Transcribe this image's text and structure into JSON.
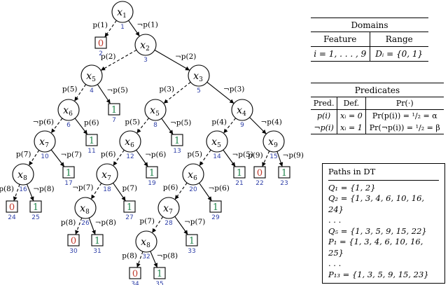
{
  "colors": {
    "leaf_zero": "#c0392b",
    "leaf_one": "#1e8449",
    "node_id": "#2e3fa8"
  },
  "tree": {
    "nodes": [
      {
        "id": "1",
        "var": "x",
        "sub": "1"
      },
      {
        "id": "3",
        "var": "x",
        "sub": "2"
      },
      {
        "id": "4",
        "var": "x",
        "sub": "5"
      },
      {
        "id": "5",
        "var": "x",
        "sub": "3"
      },
      {
        "id": "6",
        "var": "x",
        "sub": "6"
      },
      {
        "id": "8",
        "var": "x",
        "sub": "5"
      },
      {
        "id": "9",
        "var": "x",
        "sub": "4"
      },
      {
        "id": "10",
        "var": "x",
        "sub": "7"
      },
      {
        "id": "12",
        "var": "x",
        "sub": "6"
      },
      {
        "id": "14",
        "var": "x",
        "sub": "5"
      },
      {
        "id": "15",
        "var": "x",
        "sub": "9"
      },
      {
        "id": "16",
        "var": "x",
        "sub": "8"
      },
      {
        "id": "18",
        "var": "x",
        "sub": "7"
      },
      {
        "id": "20",
        "var": "x",
        "sub": "6"
      },
      {
        "id": "26",
        "var": "x",
        "sub": "8"
      },
      {
        "id": "28",
        "var": "x",
        "sub": "7"
      },
      {
        "id": "32",
        "var": "x",
        "sub": "8"
      }
    ],
    "leaves": [
      {
        "id": "2",
        "value": "0"
      },
      {
        "id": "7",
        "value": "1"
      },
      {
        "id": "11",
        "value": "1"
      },
      {
        "id": "13",
        "value": "1"
      },
      {
        "id": "17",
        "value": "1"
      },
      {
        "id": "19",
        "value": "1"
      },
      {
        "id": "21",
        "value": "1"
      },
      {
        "id": "22",
        "value": "0"
      },
      {
        "id": "23",
        "value": "1"
      },
      {
        "id": "24",
        "value": "0"
      },
      {
        "id": "25",
        "value": "1"
      },
      {
        "id": "27",
        "value": "1"
      },
      {
        "id": "29",
        "value": "1"
      },
      {
        "id": "30",
        "value": "0"
      },
      {
        "id": "31",
        "value": "1"
      },
      {
        "id": "33",
        "value": "1"
      },
      {
        "id": "34",
        "value": "0"
      },
      {
        "id": "35",
        "value": "1"
      }
    ],
    "edges": [
      {
        "from": "1",
        "to": "2",
        "label": "p(1)",
        "dashed": true
      },
      {
        "from": "1",
        "to": "3",
        "label": "¬p(1)",
        "dashed": false
      },
      {
        "from": "3",
        "to": "4",
        "label": "p(2)",
        "dashed": true
      },
      {
        "from": "3",
        "to": "5",
        "label": "¬p(2)",
        "dashed": false
      },
      {
        "from": "4",
        "to": "6",
        "label": "p(5)",
        "dashed": true
      },
      {
        "from": "4",
        "to": "7",
        "label": "¬p(5)",
        "dashed": false
      },
      {
        "from": "5",
        "to": "8",
        "label": "p(3)",
        "dashed": true
      },
      {
        "from": "5",
        "to": "9",
        "label": "¬p(3)",
        "dashed": false
      },
      {
        "from": "6",
        "to": "10",
        "label": "¬p(6)",
        "dashed": true
      },
      {
        "from": "6",
        "to": "11",
        "label": "p(6)",
        "dashed": false
      },
      {
        "from": "8",
        "to": "12",
        "label": "p(5)",
        "dashed": true
      },
      {
        "from": "8",
        "to": "13",
        "label": "¬p(5)",
        "dashed": false
      },
      {
        "from": "9",
        "to": "14",
        "label": "p(4)",
        "dashed": true
      },
      {
        "from": "9",
        "to": "15",
        "label": "¬p(4)",
        "dashed": false
      },
      {
        "from": "10",
        "to": "16",
        "label": "p(7)",
        "dashed": true
      },
      {
        "from": "10",
        "to": "17",
        "label": "¬p(7)",
        "dashed": false
      },
      {
        "from": "12",
        "to": "18",
        "label": "p(6)",
        "dashed": true
      },
      {
        "from": "12",
        "to": "19",
        "label": "¬p(6)",
        "dashed": false
      },
      {
        "from": "14",
        "to": "20",
        "label": "p(5)",
        "dashed": true
      },
      {
        "from": "14",
        "to": "21",
        "label": "¬p(5)",
        "dashed": false
      },
      {
        "from": "15",
        "to": "22",
        "label": "p(9)",
        "dashed": true
      },
      {
        "from": "15",
        "to": "23",
        "label": "¬p(9)",
        "dashed": false
      },
      {
        "from": "16",
        "to": "24",
        "label": "p(8)",
        "dashed": true
      },
      {
        "from": "16",
        "to": "25",
        "label": "¬p(8)",
        "dashed": false
      },
      {
        "from": "18",
        "to": "26",
        "label": "¬p(7)",
        "dashed": true
      },
      {
        "from": "18",
        "to": "27",
        "label": "p(7)",
        "dashed": false
      },
      {
        "from": "20",
        "to": "28",
        "label": "p(6)",
        "dashed": true
      },
      {
        "from": "20",
        "to": "29",
        "label": "¬p(6)",
        "dashed": false
      },
      {
        "from": "26",
        "to": "30",
        "label": "p(8)",
        "dashed": true
      },
      {
        "from": "26",
        "to": "31",
        "label": "¬p(8)",
        "dashed": false
      },
      {
        "from": "28",
        "to": "32",
        "label": "p(7)",
        "dashed": true
      },
      {
        "from": "28",
        "to": "33",
        "label": "¬p(7)",
        "dashed": false
      },
      {
        "from": "32",
        "to": "34",
        "label": "p(8)",
        "dashed": true
      },
      {
        "from": "32",
        "to": "35",
        "label": "¬p(8)",
        "dashed": false
      }
    ]
  },
  "domains": {
    "title": "Domains",
    "col_feature": "Feature",
    "col_range": "Range",
    "feature": "i = 1, . . . , 9",
    "range": "Dᵢ = {0, 1}"
  },
  "predicates": {
    "title": "Predicates",
    "col_pred": "Pred.",
    "col_def": "Def.",
    "col_pr": "Pr(·)",
    "rows": [
      {
        "pred": "p(i)",
        "def": "xᵢ = 0",
        "pr": "Pr(p(i)) = ¹/₂ = α"
      },
      {
        "pred": "¬p(i)",
        "def": "xᵢ = 1",
        "pr": "Pr(¬p(i)) = ¹/₂ = β"
      }
    ]
  },
  "paths": {
    "title": "Paths in DT",
    "lines": [
      "Q₁ = {1, 2}",
      "Q₂ = {1, 3, 4, 6, 10, 16, 24}",
      ". . .",
      "Q₅ = {1, 3, 5, 9, 15, 22}",
      "P₁ = {1, 3, 4, 6, 10, 16, 25}",
      ". . .",
      "P₁₃ = {1, 3, 5, 9, 15, 23}"
    ]
  }
}
